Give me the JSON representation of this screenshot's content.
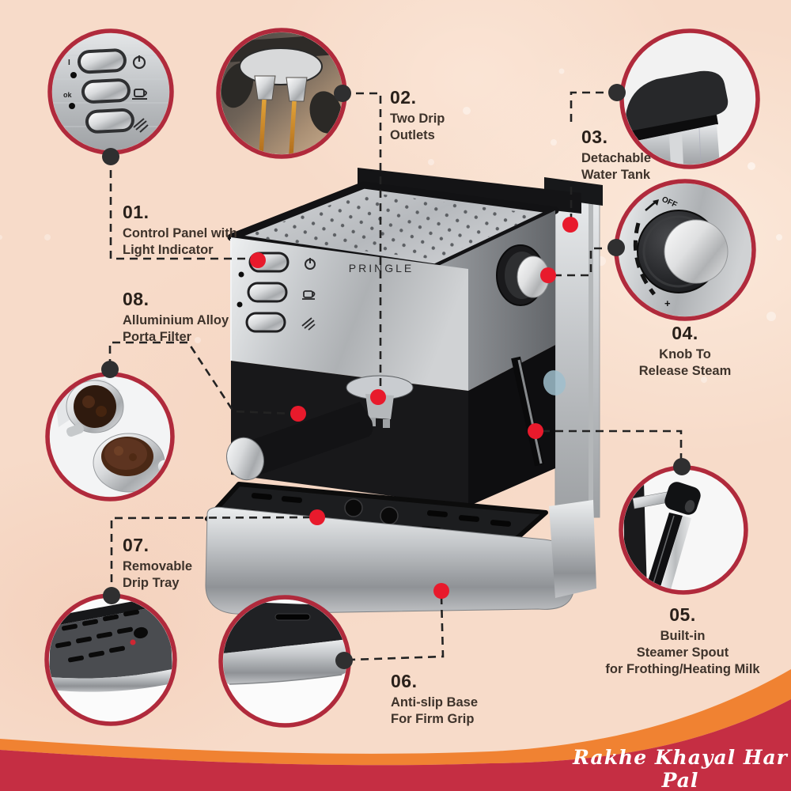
{
  "colors": {
    "background": "#f7dbc9",
    "circle_border": "#b02a3c",
    "connector_line": "#232323",
    "marker_red": "#e81a2c",
    "marker_black": "#2f2f30",
    "wave_orange": "#f08232",
    "wave_red": "#c52e43",
    "label_text": "#3e332b"
  },
  "machine": {
    "brand_label": "PRINGLE",
    "knob_off_label": "OFF",
    "knob_plus_label": "+",
    "panel_label_i": "I",
    "panel_label_ok": "ok"
  },
  "tagline": "Rakhe Khayal Har Pal",
  "callouts": {
    "c01": {
      "number": "01.",
      "line1": "Control Panel with",
      "line2": "Light Indicator"
    },
    "c02": {
      "number": "02.",
      "line1": "Two Drip",
      "line2": "Outlets"
    },
    "c03": {
      "number": "03.",
      "line1": "Detachable",
      "line2": "Water Tank"
    },
    "c04": {
      "number": "04.",
      "line1": "Knob To",
      "line2": "Release Steam"
    },
    "c05": {
      "number": "05.",
      "line1": "Built-in",
      "line2": "Steamer Spout",
      "line3": "for Frothing/Heating Milk"
    },
    "c06": {
      "number": "06.",
      "line1": "Anti-slip Base",
      "line2": "For Firm Grip"
    },
    "c07": {
      "number": "07.",
      "line1": "Removable",
      "line2": "Drip Tray"
    },
    "c08": {
      "number": "08.",
      "line1": "Alluminium Alloy",
      "line2": "Porta Filter"
    }
  }
}
